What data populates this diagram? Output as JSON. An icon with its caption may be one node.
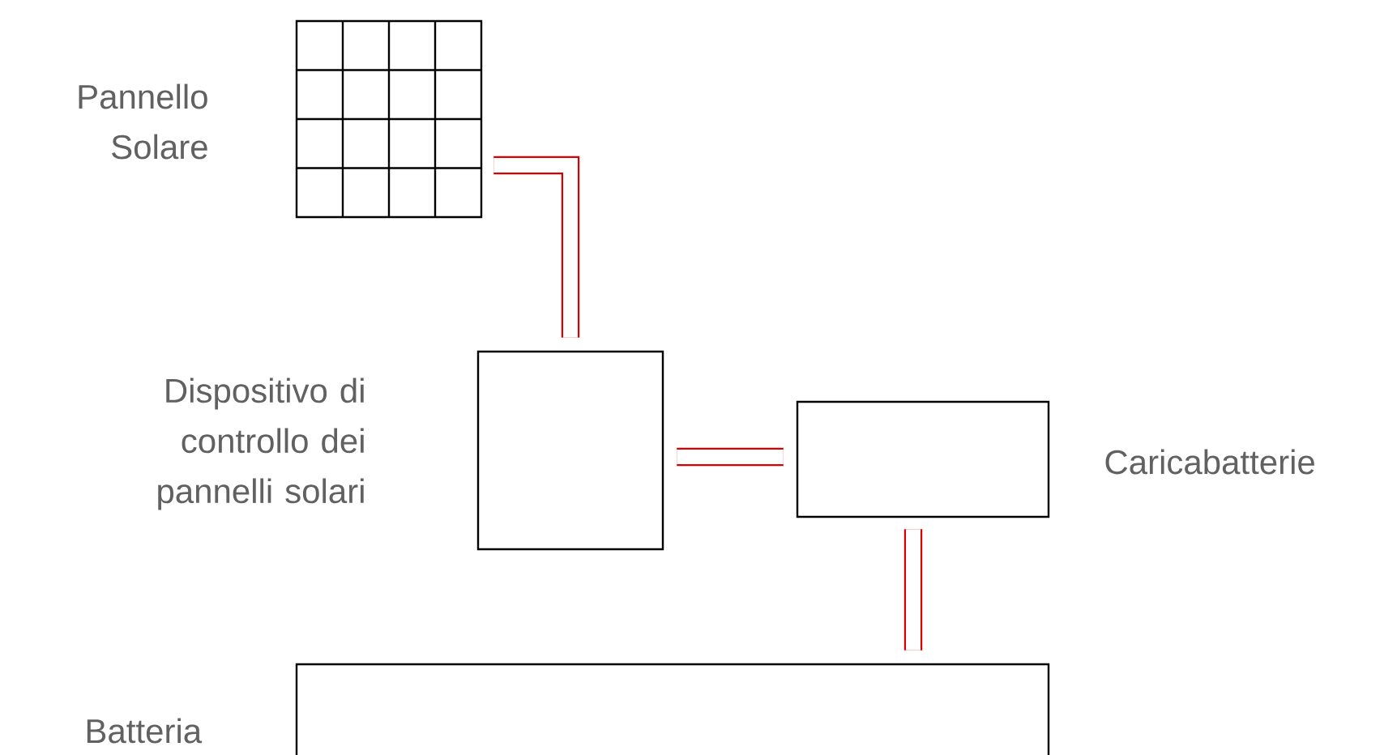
{
  "diagram": {
    "nodes": [
      {
        "text": [
          "Pannello Solare"
        ]
      },
      {
        "text": [
          "Dispositivo di controllo dei pannelli solari"
        ]
      },
      {
        "text": [
          "Caricabatterie"
        ]
      },
      {
        "text": [
          "Batteria"
        ]
      }
    ],
    "edges": [
      {
        "from": 0,
        "to": 1,
        "arrow": "none"
      },
      {
        "from": 1,
        "to": 2,
        "arrow": "none"
      },
      {
        "from": 2,
        "to": 3,
        "arrow": "none"
      }
    ]
  }
}
